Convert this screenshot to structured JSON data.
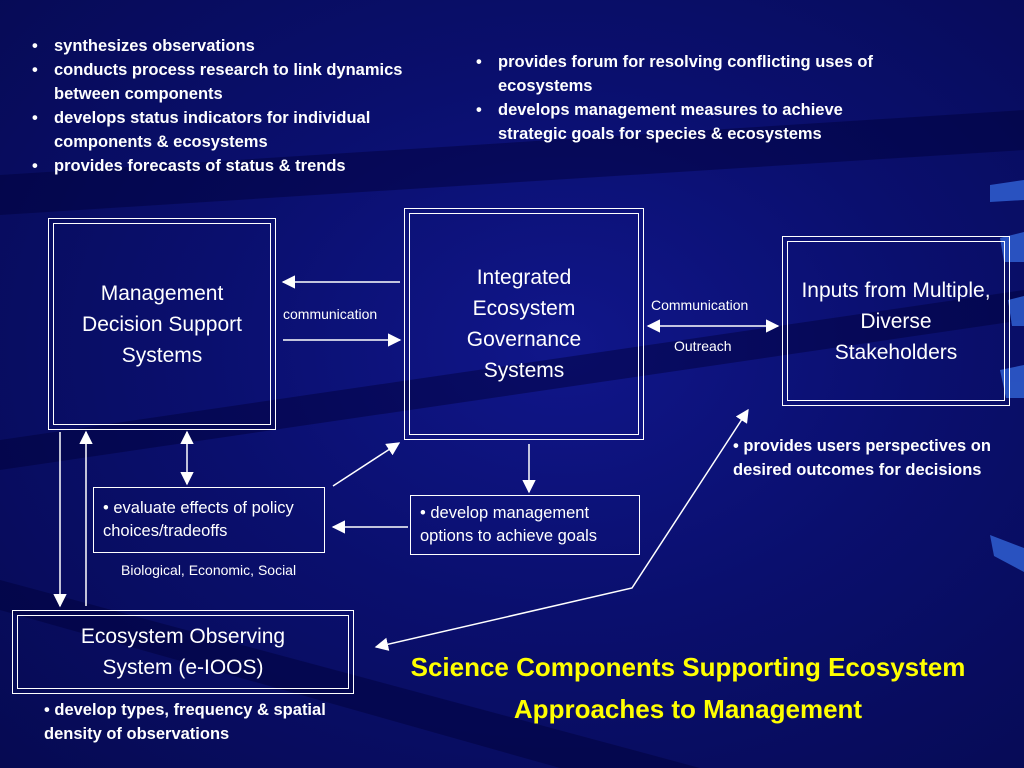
{
  "top_left_bullets": [
    "synthesizes observations",
    "conducts process research to link dynamics between components",
    "develops status indicators for individual components & ecosystems",
    "provides forecasts of status & trends"
  ],
  "top_right_bullets": [
    "provides forum for resolving conflicting uses of ecosystems",
    "develops management measures to achieve strategic goals for species & ecosystems"
  ],
  "boxes": {
    "mdss": "Management Decision Support Systems",
    "iegs": "Integrated Ecosystem Governance Systems",
    "stakeholders": "Inputs from Multiple, Diverse Stakeholders",
    "eoos": "Ecosystem Observing System (e-IOOS)",
    "evaluate": "• evaluate effects of policy choices/tradeoffs",
    "develop_options": "• develop management options to achieve goals"
  },
  "labels": {
    "communication": "communication",
    "communication_cap": "Communication",
    "outreach": "Outreach",
    "bio_econ_social": "Biological, Economic, Social"
  },
  "notes": {
    "stakeholder_note": "• provides users perspectives on desired outcomes for decisions",
    "observing_note": "• develop types, frequency & spatial density of observations"
  },
  "title": "Science Components Supporting Ecosystem Approaches to Management",
  "colors": {
    "background": "#0a0f6e",
    "title": "#ffff00",
    "text": "#ffffff"
  }
}
